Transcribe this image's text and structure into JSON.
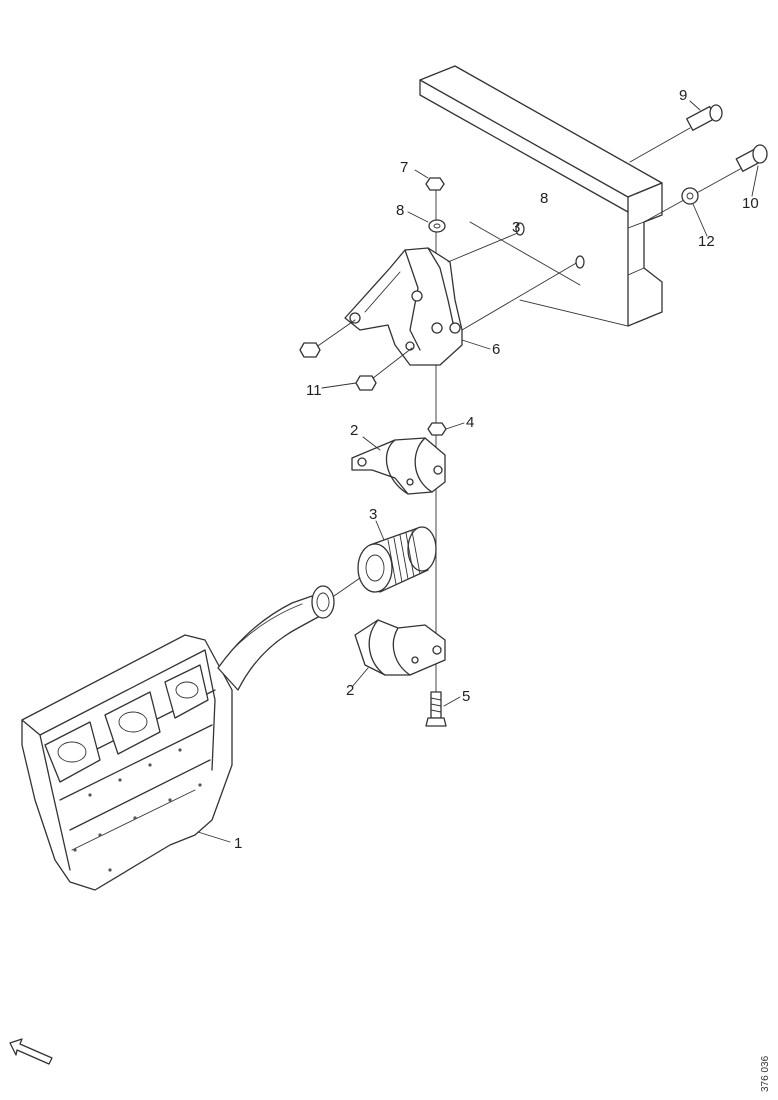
{
  "callouts": {
    "c1": "1",
    "c2a": "2",
    "c2b": "2",
    "c3": "3",
    "c3b": "3",
    "c4": "4",
    "c5": "5",
    "c6": "6",
    "c7": "7",
    "c8a": "8",
    "c8b": "8",
    "c9": "9",
    "c10": "10",
    "c11": "11",
    "c12": "12"
  },
  "reference": "376 036",
  "icons": {
    "direction": "direction-arrow-icon"
  }
}
